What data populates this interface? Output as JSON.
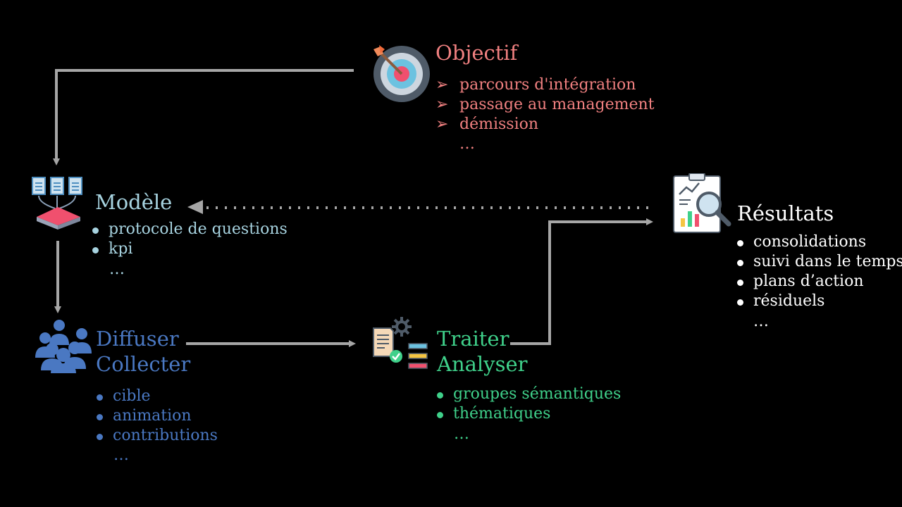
{
  "colors": {
    "objectif": "#f08080",
    "modele": "#a7d3e0",
    "diffuser": "#4a78c2",
    "traiter": "#3fd08a",
    "resultats": "#ffffff",
    "connector": "#a6a6a6"
  },
  "objectif": {
    "title": "Objectif",
    "items": [
      "parcours d'intégration",
      "passage au management",
      "démission"
    ],
    "more": "…"
  },
  "modele": {
    "title": "Modèle",
    "items": [
      "protocole de questions",
      "kpi"
    ],
    "more": "…"
  },
  "diffuser": {
    "title_line1": "Diffuser",
    "title_line2": "Collecter",
    "items": [
      "cible",
      "animation",
      "contributions"
    ],
    "more": "…"
  },
  "traiter": {
    "title_line1": "Traiter",
    "title_line2": "Analyser",
    "items": [
      "groupes sémantiques",
      "thématiques"
    ],
    "more": "…"
  },
  "resultats": {
    "title": "Résultats",
    "items": [
      "consolidations",
      "suivi dans le temps",
      "plans d’action",
      "résiduels"
    ],
    "more": "…"
  },
  "icons": {
    "objectif": "target-icon",
    "modele": "documents-merge-icon",
    "diffuser": "people-group-icon",
    "traiter": "document-processing-icon",
    "resultats": "report-magnifier-icon"
  }
}
